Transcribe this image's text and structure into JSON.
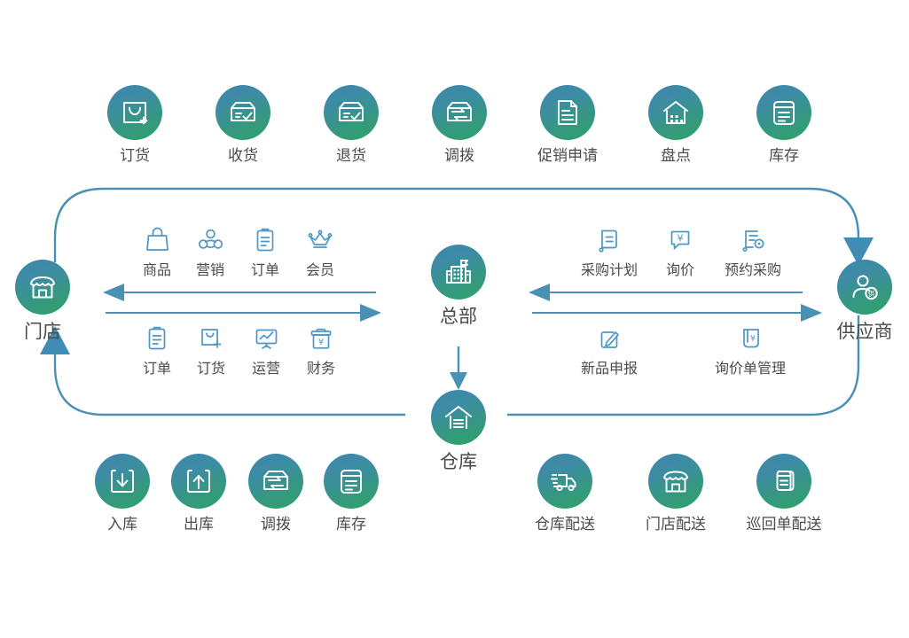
{
  "theme": {
    "disc_gradient_start": "#3c86ad",
    "disc_gradient_end": "#2da367",
    "line_blue": "#4a90b5",
    "icon_blue": "#4f97c4",
    "label_gray": "#4b4b4b",
    "background": "#ffffff"
  },
  "diagram": {
    "title_hubs": {
      "store": "门店",
      "headquarters": "总部",
      "supplier": "供应商",
      "warehouse": "仓库"
    },
    "top_row": [
      {
        "label": "订货",
        "icon": "shopping-bag-plus-icon"
      },
      {
        "label": "收货",
        "icon": "box-check-icon"
      },
      {
        "label": "退货",
        "icon": "box-check-return-icon"
      },
      {
        "label": "调拨",
        "icon": "box-transfer-icon"
      },
      {
        "label": "促销申请",
        "icon": "document-lines-icon"
      },
      {
        "label": "盘点",
        "icon": "warehouse-count-icon"
      },
      {
        "label": "库存",
        "icon": "inventory-list-icon"
      }
    ],
    "bottom_left_row": [
      {
        "label": "入库",
        "icon": "arrow-down-in-icon"
      },
      {
        "label": "出库",
        "icon": "arrow-up-out-icon"
      },
      {
        "label": "调拨",
        "icon": "box-transfer-icon"
      },
      {
        "label": "库存",
        "icon": "inventory-list-icon"
      }
    ],
    "bottom_right_row": [
      {
        "label": "仓库配送",
        "icon": "delivery-truck-icon"
      },
      {
        "label": "门店配送",
        "icon": "storefront-icon"
      },
      {
        "label": "巡回单配送",
        "icon": "document-stack-icon"
      }
    ],
    "store_hq_upper": [
      {
        "label": "商品",
        "icon": "shopping-bag-icon"
      },
      {
        "label": "营销",
        "icon": "marketing-group-icon"
      },
      {
        "label": "订单",
        "icon": "clipboard-order-icon"
      },
      {
        "label": "会员",
        "icon": "crown-member-icon"
      }
    ],
    "store_hq_lower": [
      {
        "label": "订单",
        "icon": "clipboard-order-icon"
      },
      {
        "label": "订货",
        "icon": "bag-plus-outline-icon"
      },
      {
        "label": "运营",
        "icon": "chart-board-icon"
      },
      {
        "label": "财务",
        "icon": "finance-case-icon"
      }
    ],
    "hq_supplier_upper": [
      {
        "label": "采购计划",
        "icon": "purchase-plan-icon"
      },
      {
        "label": "询价",
        "icon": "price-inquiry-icon"
      },
      {
        "label": "预约采购",
        "icon": "scheduled-purchase-icon"
      }
    ],
    "hq_supplier_lower": [
      {
        "label": "新品申报",
        "icon": "new-product-edit-icon"
      },
      {
        "label": "询价单管理",
        "icon": "inquiry-sheet-icon"
      }
    ],
    "flows": [
      {
        "name": "store-to-hq-left-arrow",
        "direction": "left"
      },
      {
        "name": "store-to-hq-right-arrow",
        "direction": "right"
      },
      {
        "name": "hq-to-supplier-left-arrow",
        "direction": "left"
      },
      {
        "name": "hq-to-supplier-right-arrow",
        "direction": "right"
      },
      {
        "name": "hq-to-warehouse-arrow",
        "direction": "down"
      },
      {
        "name": "loop-to-supplier-arrow",
        "direction": "down"
      },
      {
        "name": "loop-to-store-arrow",
        "direction": "up"
      }
    ]
  }
}
